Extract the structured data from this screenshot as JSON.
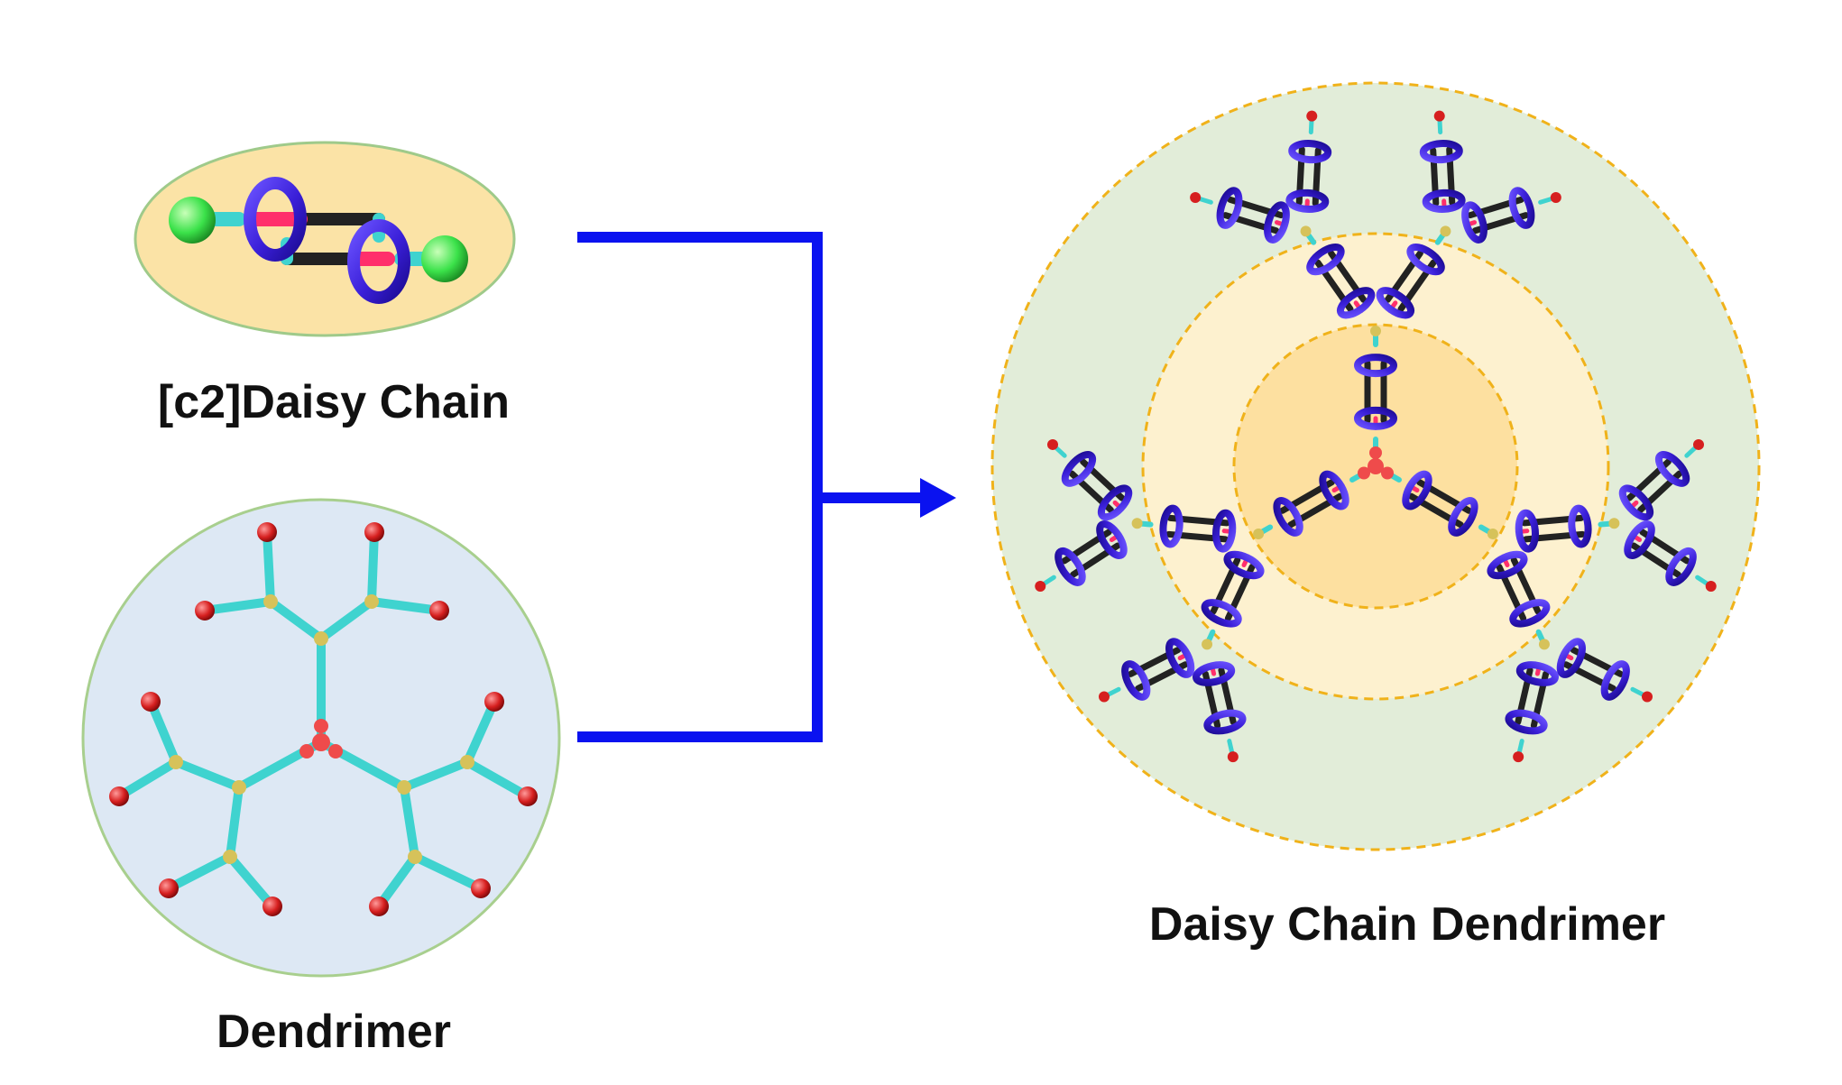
{
  "labels": {
    "daisy_chain": "[c2]Daisy Chain",
    "dendrimer": "Dendrimer",
    "product": "Daisy Chain Dendrimer"
  },
  "colors": {
    "ellipse_fill": "#fbe3a6",
    "ellipse_stroke": "#9fca8a",
    "dendrimer_bg": "#dde8f4",
    "dendrimer_stroke": "#a8cf8e",
    "rod": "#3fd3cf",
    "branch_node": "#d6c25a",
    "terminal": "#d61f1f",
    "core": "#ef4b4b",
    "ring": "#3a1fd8",
    "ring_dark": "#1c0b93",
    "axle": "#222222",
    "axle_pink": "#ff2f6b",
    "stopper": "#3be24a",
    "arrow": "#0a12f0",
    "outer_zone": "#e2edd9",
    "middle_zone": "#fdf1cf",
    "inner_zone": "#fde0a0",
    "zone_border": "#f0b21a"
  },
  "icons": {
    "daisy_chain": "rotaxane-dimer-icon",
    "dendrimer": "dendrimer-icon",
    "arrow": "combine-arrow-icon",
    "product": "daisy-chain-dendrimer-icon"
  }
}
